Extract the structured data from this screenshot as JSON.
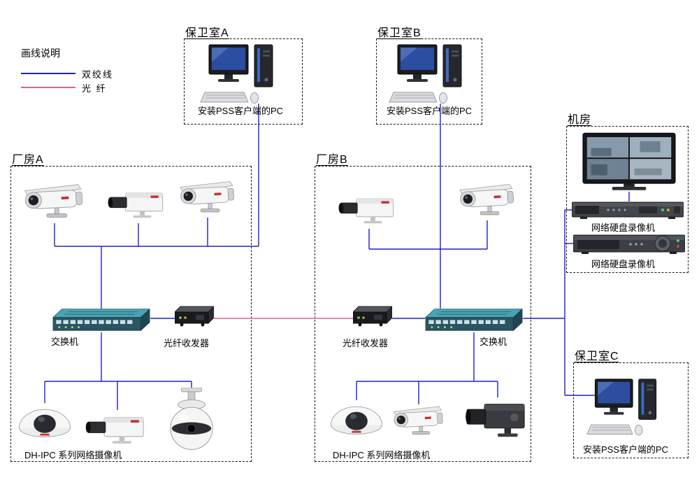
{
  "colors": {
    "twisted_pair": "#2020cc",
    "fiber": "#e0608c"
  },
  "legend": {
    "title": "画线说明",
    "twisted_pair_label": "双绞线",
    "fiber_label": "光 纤"
  },
  "guard_room_a": {
    "title": "保卫室A",
    "pc_label": "安装PSS客户端的PC"
  },
  "guard_room_b": {
    "title": "保卫室B",
    "pc_label": "安装PSS客户端的PC"
  },
  "guard_room_c": {
    "title": "保卫室C",
    "pc_label": "安装PSS客户端的PC"
  },
  "server_room": {
    "title": "机房",
    "nvr1_label": "网络硬盘录像机",
    "nvr2_label": "网络硬盘录像机"
  },
  "factory_a": {
    "title": "厂房A",
    "switch_label": "交换机",
    "transceiver_label": "光纤收发器",
    "cameras_label": "DH-IPC 系列网络摄像机"
  },
  "factory_b": {
    "title": "厂房B",
    "switch_label": "交换机",
    "transceiver_label": "光纤收发器",
    "cameras_label": "DH-IPC 系列网络摄像机"
  }
}
